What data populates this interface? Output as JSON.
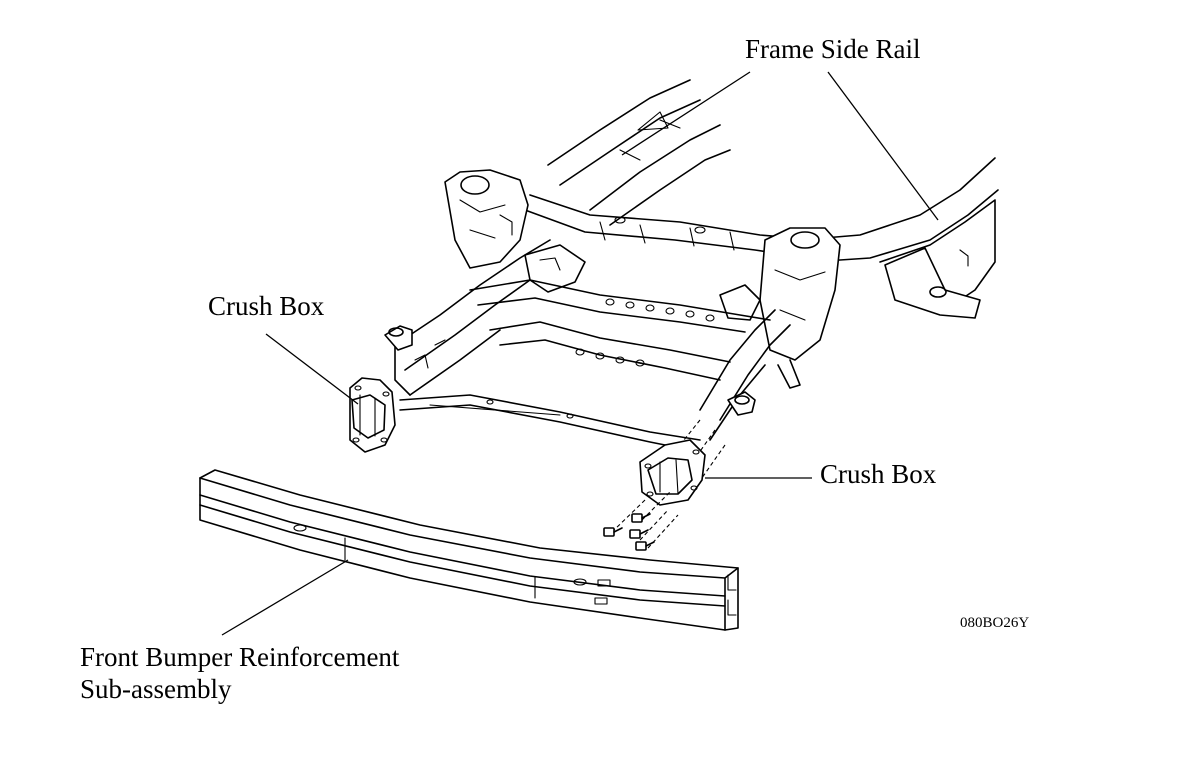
{
  "labels": {
    "frame_side_rail": "Frame Side Rail",
    "crush_box_left": "Crush Box",
    "crush_box_right": "Crush Box",
    "bumper_line1": "Front Bumper Reinforcement",
    "bumper_line2": "Sub-assembly",
    "figure_code": "080BO26Y"
  }
}
